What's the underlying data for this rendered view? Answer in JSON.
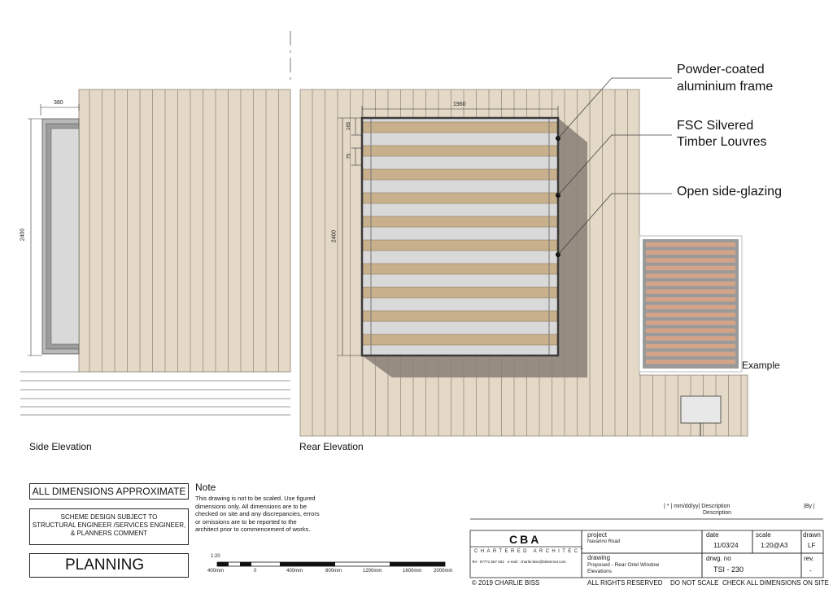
{
  "colors": {
    "cladding": "#e4d8c6",
    "board_line": "#8d8478",
    "louvre": "#c9b08c",
    "frame": "#3b3b3b",
    "shadow": "#8a7f74",
    "glazing": "#d9d9d9",
    "example_louvre": "#d4a488",
    "example_frame": "#9a9a9a"
  },
  "dimensions": {
    "side_width": "380",
    "side_height": "2400",
    "rear_width": "1960",
    "rear_height": "2400",
    "louvre_pitch": "165",
    "louvre_gap": "75"
  },
  "callouts": {
    "frame": [
      "Powder-coated",
      "aluminium frame"
    ],
    "louvres": [
      "FSC Silvered",
      "Timber Louvres"
    ],
    "glazing": "Open side-glazing"
  },
  "labels": {
    "side_elevation": "Side Elevation",
    "rear_elevation": "Rear Elevation",
    "example": "Example"
  },
  "notes": {
    "all_dims": "ALL DIMENSIONS APPROXIMATE",
    "scheme": [
      "SCHEME DESIGN SUBJECT TO",
      "STRUCTURAL ENGINEER /SERVICES ENGINEER,",
      "& PLANNERS COMMENT"
    ],
    "planning": "PLANNING",
    "note_heading": "Note",
    "note_lines": [
      "This drawing is not to be scaled. Use figured",
      "dimensions only. All dimensions are to be",
      "checked on site and any discrepancies, errors",
      "or omissions are to be reported to the",
      "architect prior to commencement of works."
    ]
  },
  "scale_bar": {
    "ratio": "1:20",
    "labels": [
      "400mm",
      "0",
      "400mm",
      "800mm",
      "1200mm",
      "1600mm",
      "2000mm"
    ]
  },
  "revisions": {
    "header": "| * | mm/dd/yy| Description",
    "description2": "Description",
    "by": "|By |"
  },
  "title_block": {
    "logo": "CBA",
    "logo_sub": "CHARTERED ARCHITECT",
    "contact": "Tel - 07771 667 631  ·  e-mail  ·  charlie.biss@btinternet.com",
    "project_label": "project",
    "project": "Navarino Road",
    "drawing_label": "drawing",
    "drawing": [
      "Proposed - Rear Oriel Window",
      "Elevations"
    ],
    "date_label": "date",
    "date": "11/03/24",
    "scale_label": "scale",
    "scale": "1:20@A3",
    "drawn_label": "drawn",
    "drawn": "LF",
    "drwg_label": "drwg. no",
    "drwg": "TSI - 230",
    "rev_label": "rev.",
    "rev": "-",
    "copyright": "© 2019 CHARLIE BISS",
    "rights": "ALL RIGHTS RESERVED",
    "noscale": "DO NOT SCALE",
    "check": "CHECK ALL DIMENSIONS ON SITE"
  }
}
